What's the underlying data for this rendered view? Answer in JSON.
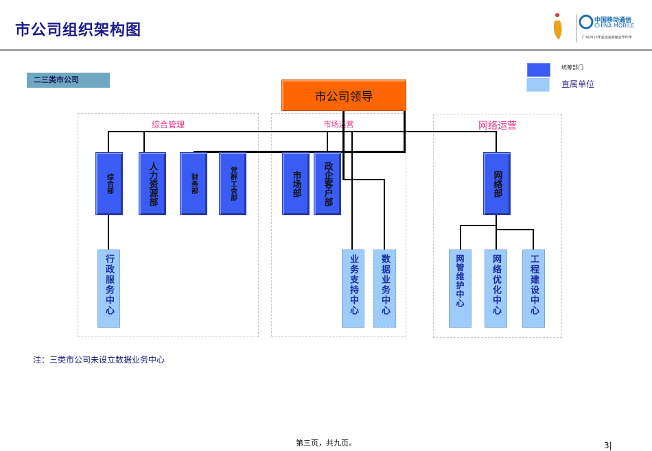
{
  "header": {
    "title": "市公司组织架构图",
    "logo_text": [
      "中国移动通信",
      "CHINA MOBILE",
      "广州2010年亚运会高级合作伙伴"
    ]
  },
  "category_label": "二三类市公司",
  "legend": [
    {
      "label": "统筹部门",
      "color": "#3a5cf5"
    },
    {
      "label": "直属单位",
      "color": "#9dcbfa"
    }
  ],
  "leader": "市公司领导",
  "groups": [
    "综合管理",
    "市场运营",
    "网络运营"
  ],
  "departments": [
    "综合部",
    "人力资源部",
    "财务部",
    "党群工会部",
    "市场部",
    "政企客户部",
    "网络部"
  ],
  "units": [
    "行政服务中心",
    "业务支持中心",
    "数据业务中心",
    "网管维护中心",
    "网络优化中心",
    "工程建设中心"
  ],
  "note": "注：三类市公司未设立数据业务中心",
  "footer": {
    "page_text": "第三页，共九页。",
    "page_number": "3|"
  }
}
